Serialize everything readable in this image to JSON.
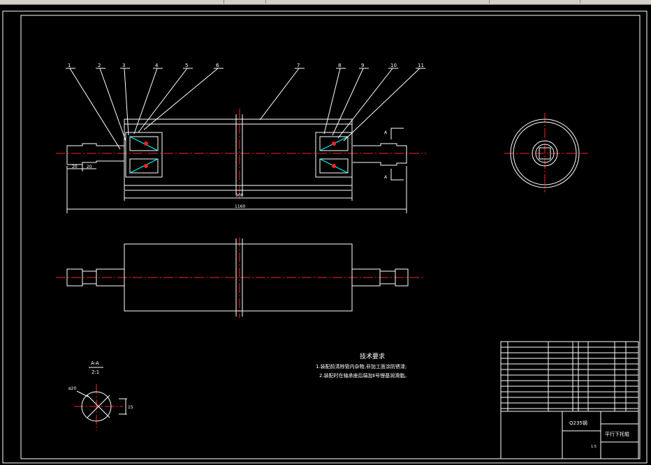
{
  "balloons": [
    "1",
    "2",
    "3",
    "4",
    "5",
    "6",
    "7",
    "8",
    "9",
    "10",
    "11"
  ],
  "dims": {
    "d20a": "20",
    "d20b": "20",
    "d908": "908",
    "d1160": "1160",
    "section_dia": "ø20",
    "section_flat": "15"
  },
  "section": {
    "arrow_label_top": "A",
    "arrow_label_bottom": "A",
    "view_title": "A-A",
    "view_scale": "2:1"
  },
  "notes": {
    "title": "技术要求",
    "line1": "1.装配前清除管内杂物,非加工面涂防锈漆;",
    "line2": "2.装配时在轴承座后端加Ⅱ号锂基润滑脂。"
  },
  "title_block": {
    "material": "Q235钢",
    "drawing_name": "平行下托辊",
    "scale": "1:5"
  },
  "colors": {
    "background": "#000000",
    "line": "#ffffff",
    "centerline": "#ff2020",
    "hidden": "#00ffff"
  }
}
